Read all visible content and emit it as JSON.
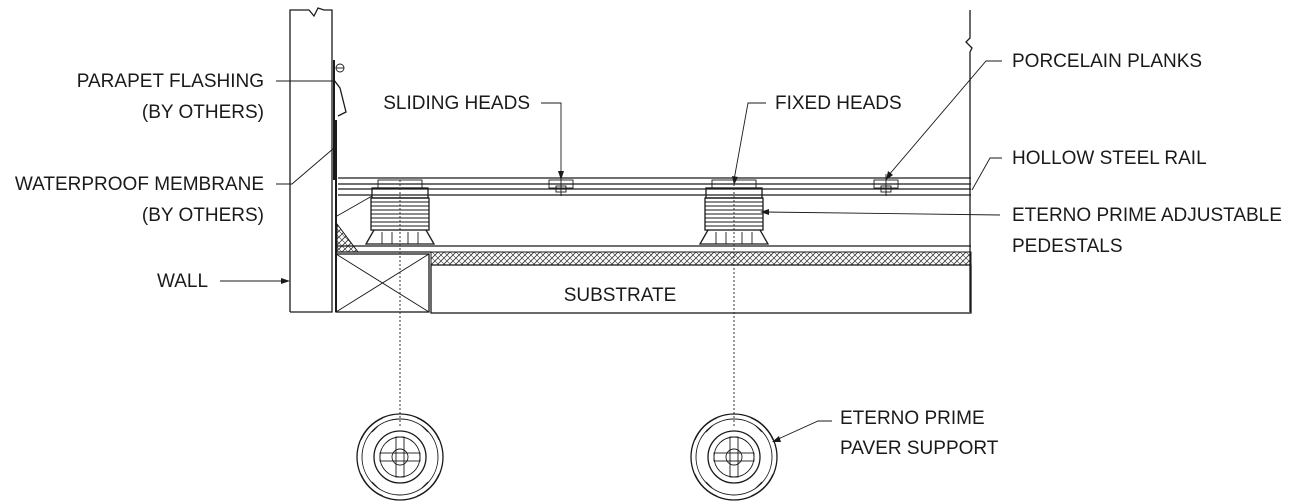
{
  "labels": {
    "parapet_flashing": "PARAPET FLASHING",
    "parapet_flashing_by_others": "(BY OTHERS)",
    "waterproof_membrane": "WATERPROOF MEMBRANE",
    "waterproof_membrane_by_others": "(BY OTHERS)",
    "wall": "WALL",
    "sliding_heads": "SLIDING HEADS",
    "fixed_heads": "FIXED HEADS",
    "porcelain_planks": "PORCELAIN PLANKS",
    "hollow_steel_rail": "HOLLOW STEEL RAIL",
    "adjustable_pedestals_line1": "ETERNO PRIME ADJUSTABLE",
    "adjustable_pedestals_line2": "PEDESTALS",
    "substrate": "SUBSTRATE",
    "paver_support_line1": "ETERNO PRIME",
    "paver_support_line2": "PAVER SUPPORT"
  }
}
